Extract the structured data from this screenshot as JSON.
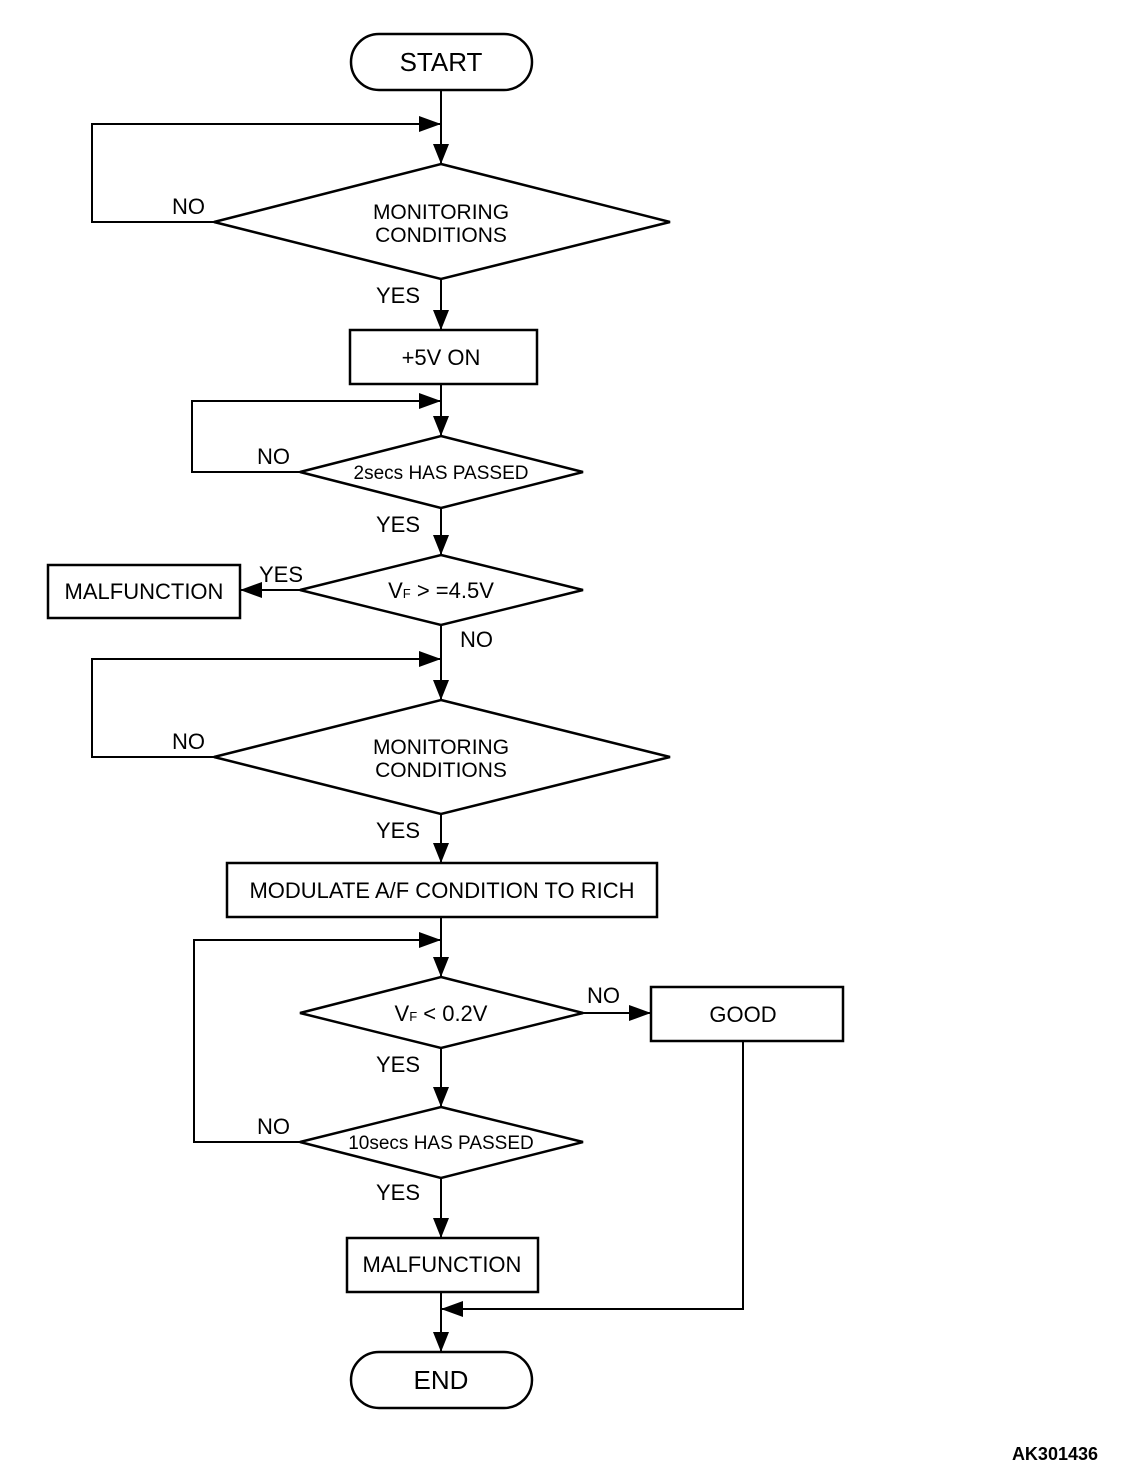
{
  "nodes": {
    "start": "START",
    "monitoring_1_line1": "MONITORING",
    "monitoring_1_line2": "CONDITIONS",
    "power_on": "+5V ON",
    "wait_2s": "2secs HAS PASSED",
    "vf_high_v": "V",
    "vf_high_sub": "F",
    "vf_high_rest": " > =4.5V",
    "malfunction_1": "MALFUNCTION",
    "monitoring_2_line1": "MONITORING",
    "monitoring_2_line2": "CONDITIONS",
    "modulate": "MODULATE A/F CONDITION TO RICH",
    "vf_low_v": "V",
    "vf_low_sub": "F",
    "vf_low_rest": " < 0.2V",
    "good": "GOOD",
    "wait_10s": "10secs HAS PASSED",
    "malfunction_2": "MALFUNCTION",
    "end": "END"
  },
  "labels": {
    "yes": "YES",
    "no": "NO"
  },
  "footer": {
    "code": "AK301436"
  }
}
